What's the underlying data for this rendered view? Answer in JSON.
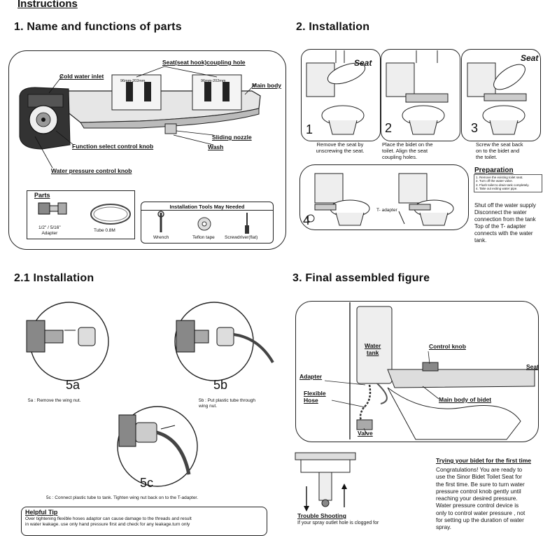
{
  "header": {
    "title": "Instructions"
  },
  "section1": {
    "title": "1.  Name and functions of parts",
    "labels": {
      "seat_coupling": "Seat(seat hook)coupling hole",
      "cold_water_inlet": "Cold water inlet",
      "main_body": "Main body",
      "sliding_nozzle": "Sliding nozzle",
      "wash": "Wash",
      "function_knob": "Function select control knob",
      "water_pressure_knob": "Water pressure control knob",
      "dim_left": "96mm-202mm",
      "dim_right": "96mm-202mm"
    },
    "parts": {
      "title": "Parts",
      "adapter": "1/2\" / 5/16\"\nAdapter",
      "tube": "Tube 0.8M"
    },
    "tools": {
      "title": "Installation Tools May Needed",
      "items": [
        "Wrench",
        "Teflon tape",
        "Screwdriver(flat)"
      ]
    }
  },
  "section2": {
    "title": "2.  Installation",
    "steps": [
      {
        "num": "1",
        "caption": "Remove the seat by\nunscrewing the seat.",
        "label": "Seat"
      },
      {
        "num": "2",
        "caption": "Place the bidet on the\ntoilet. Align the seat\ncoupling holes."
      },
      {
        "num": "3",
        "caption": "Screw the seat back\non to the bidet and\nthe toilet.",
        "label": "Seat"
      },
      {
        "num": "4",
        "label": "T- adapter"
      }
    ],
    "preparation": {
      "title": "Preparation",
      "items": [
        "1. Remove the existing toilet seat.",
        "2. Turn off the water valve.",
        "3. Flush toilet to drain tank completely.",
        "4. Take out exiting water pipe."
      ],
      "text": "Shut off the water supply\nDisconnect the water\nconnection from the tank\nTop of the T- adapter\nconnects with the water\ntank."
    }
  },
  "section21": {
    "title": "2.1  Installation",
    "steps": [
      {
        "num": "5a",
        "caption": "5a : Remove the wing nut."
      },
      {
        "num": "5b",
        "caption": "5b : Put plastic tube through\nwing nut."
      },
      {
        "num": "5c",
        "caption": "5c : Connect plastic tube to tank. Tighten wing nut back on to the T-adapter."
      }
    ],
    "helpful_tip": {
      "title": "Helpful Tip",
      "text": "Over tightening flexible hoses adaptor can cause damage to the threads and result\nin water leakage. use only hand pressure first and check for any leakage.turn only"
    }
  },
  "section3": {
    "title": "3.  Final assembled figure",
    "labels": {
      "water_tank": "Water\ntank",
      "control_knob": "Control knob",
      "seat": "Seat",
      "adapter": "Adapter",
      "flexible_hose": "Flexible\nHose",
      "main_body": "Main body of bidet",
      "valve": "Valve"
    },
    "first_time": {
      "title": "Trying your bidet for the first time",
      "text": "Congratulations! You are ready to\nuse the Sinor Bidet Toilet Seat for\nthe first time. Be sure to turn water\npressure control knob gently until\nreaching your desired pressure.\nWater pressure control device is\nonly to control water pressure , not\nfor setting up the duration of water\nspray."
    },
    "trouble": {
      "title": "Trouble Shooting",
      "text": "If your spray outlet hole is clogged for"
    }
  }
}
